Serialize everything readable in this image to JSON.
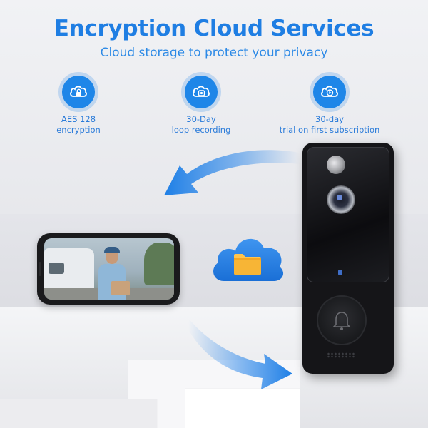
{
  "header": {
    "title": "Encryption Cloud Services",
    "subtitle": "Cloud storage to protect your privacy"
  },
  "features": [
    {
      "icon": "cloud-lock-icon",
      "line1": "AES 128",
      "line2": "encryption"
    },
    {
      "icon": "cloud-loop-icon",
      "line1": "30-Day",
      "line2": "loop recording"
    },
    {
      "icon": "cloud-play-icon",
      "line1": "30-day",
      "line2": "trial on first subscription"
    }
  ],
  "colors": {
    "accent": "#1f7ee3",
    "badge": "#1e86e8",
    "folder": "#f4a623"
  },
  "scene": {
    "phone_icon": "smartphone-icon",
    "cloud_icon": "cloud-folder-icon",
    "device_icon": "video-doorbell-icon"
  }
}
